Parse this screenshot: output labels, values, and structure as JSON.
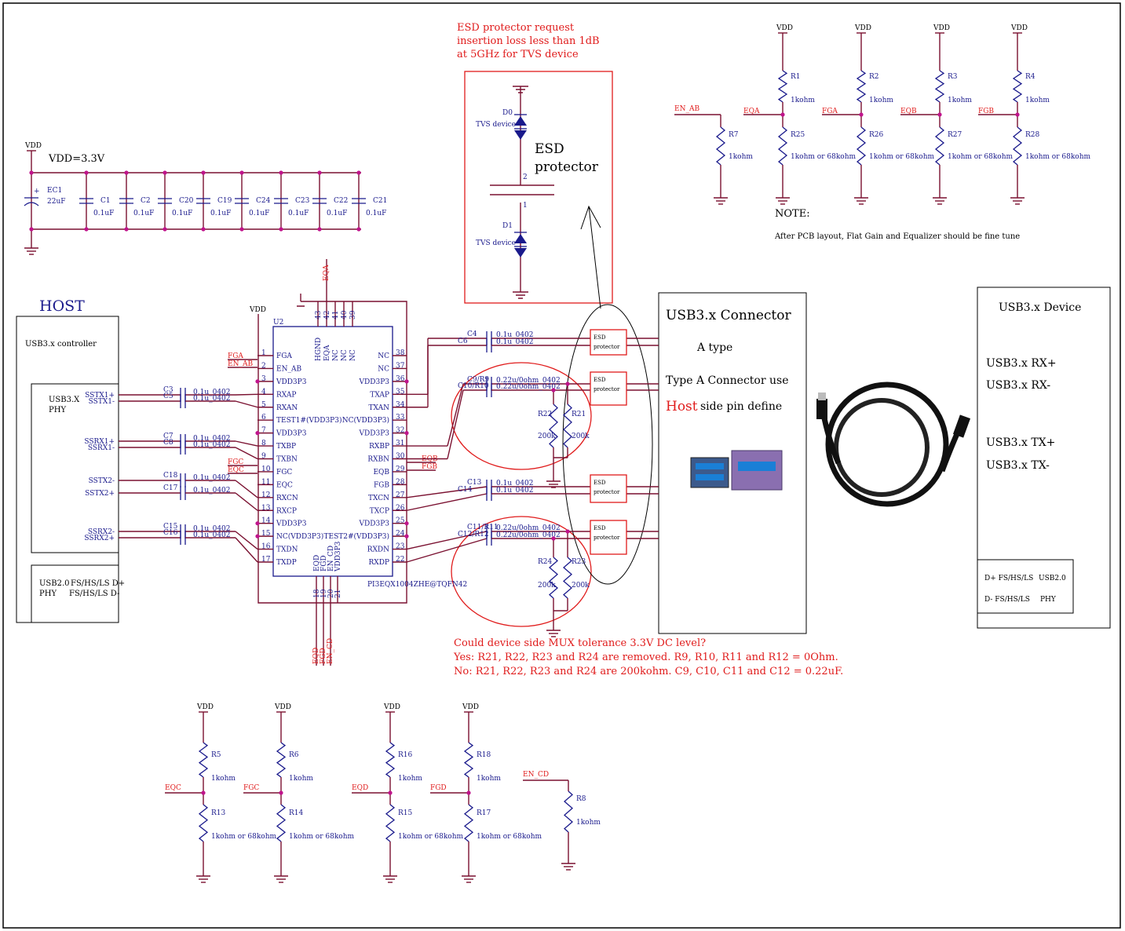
{
  "notes": {
    "esd_request": [
      "ESD protector request",
      "insertion loss less than 1dB",
      "at 5GHz for TVS device"
    ],
    "mux_question": [
      "Could device side MUX tolerance 3.3V DC level?",
      "Yes: R21, R22, R23 and R24 are removed. R9, R10, R11 and R12 = 0Ohm.",
      "No: R21, R22, R23 and R24 are 200kohm. C9, C10, C11 and C12 = 0.22uF."
    ],
    "note_title": "NOTE:",
    "note_body": "After PCB layout, Flat Gain and Equalizer should be fine tune"
  },
  "power": {
    "vdd_label": "VDD",
    "vdd_value": "VDD=3.3V",
    "caps": [
      {
        "ref": "EC1",
        "value": "22uF"
      },
      {
        "ref": "C1",
        "value": "0.1uF"
      },
      {
        "ref": "C2",
        "value": "0.1uF"
      },
      {
        "ref": "C20",
        "value": "0.1uF"
      },
      {
        "ref": "C19",
        "value": "0.1uF"
      },
      {
        "ref": "C24",
        "value": "0.1uF"
      },
      {
        "ref": "C23",
        "value": "0.1uF"
      },
      {
        "ref": "C22",
        "value": "0.1uF"
      },
      {
        "ref": "C21",
        "value": "0.1uF"
      }
    ]
  },
  "esd_detail": {
    "d0": "D0",
    "d1": "D1",
    "tvs": "TVS device",
    "label1": "ESD",
    "label2": "protector",
    "pin1": "1",
    "pin2": "2"
  },
  "host": {
    "title": "HOST",
    "controller": "USB3.x controller",
    "phy1": "USB3.X",
    "phy1b": "PHY",
    "usb2": "USB2.0",
    "usb2b": "PHY",
    "fs_dp": "FS/HS/LS D+",
    "fs_dm": "FS/HS/LS D-",
    "sig": [
      "SSTX1+",
      "SSTX1-",
      "SSRX1+",
      "SSRX1-",
      "SSTX2-",
      "SSTX2+",
      "SSRX2-",
      "SSRX2+"
    ]
  },
  "left_caps": [
    {
      "ref": "C3",
      "value": "0.1u_0402"
    },
    {
      "ref": "C5",
      "value": "0.1u_0402"
    },
    {
      "ref": "C7",
      "value": "0.1u_0402"
    },
    {
      "ref": "C8",
      "value": "0.1u_0402"
    },
    {
      "ref": "C18",
      "value": "0.1u_0402"
    },
    {
      "ref": "C17",
      "value": "0.1u_0402"
    },
    {
      "ref": "C15",
      "value": "0.1u_0402"
    },
    {
      "ref": "C16",
      "value": "0.1u_0402"
    }
  ],
  "chip": {
    "ref": "U2",
    "part": "PI3EQX1004ZHE@TQFN42",
    "vdd": "VDD",
    "left_pins": [
      {
        "num": "1",
        "name": "FGA"
      },
      {
        "num": "2",
        "name": "EN_AB"
      },
      {
        "num": "3",
        "name": "VDD3P3"
      },
      {
        "num": "4",
        "name": "RXAP"
      },
      {
        "num": "5",
        "name": "RXAN"
      },
      {
        "num": "6",
        "name": "TEST1#(VDD3P3)"
      },
      {
        "num": "7",
        "name": "VDD3P3"
      },
      {
        "num": "8",
        "name": "TXBP"
      },
      {
        "num": "9",
        "name": "TXBN"
      },
      {
        "num": "10",
        "name": "FGC"
      },
      {
        "num": "11",
        "name": "EQC"
      },
      {
        "num": "12",
        "name": "RXCN"
      },
      {
        "num": "13",
        "name": "RXCP"
      },
      {
        "num": "14",
        "name": "VDD3P3"
      },
      {
        "num": "15",
        "name": "NC(VDD3P3)"
      },
      {
        "num": "16",
        "name": "TXDN"
      },
      {
        "num": "17",
        "name": "TXDP"
      }
    ],
    "right_pins": [
      {
        "num": "38",
        "name": "NC"
      },
      {
        "num": "37",
        "name": "NC"
      },
      {
        "num": "36",
        "name": "VDD3P3"
      },
      {
        "num": "35",
        "name": "TXAP"
      },
      {
        "num": "34",
        "name": "TXAN"
      },
      {
        "num": "33",
        "name": "NC(VDD3P3)"
      },
      {
        "num": "32",
        "name": "VDD3P3"
      },
      {
        "num": "31",
        "name": "RXBP"
      },
      {
        "num": "30",
        "name": "RXBN"
      },
      {
        "num": "29",
        "name": "EQB"
      },
      {
        "num": "28",
        "name": "FGB"
      },
      {
        "num": "27",
        "name": "TXCN"
      },
      {
        "num": "26",
        "name": "TXCP"
      },
      {
        "num": "25",
        "name": "VDD3P3"
      },
      {
        "num": "24",
        "name": "TEST2#(VDD3P3)"
      },
      {
        "num": "23",
        "name": "RXDN"
      },
      {
        "num": "22",
        "name": "RXDP"
      }
    ],
    "top_pins": [
      {
        "num": "43",
        "name": "HGND"
      },
      {
        "num": "42",
        "name": "EQA"
      },
      {
        "num": "41",
        "name": "NC"
      },
      {
        "num": "40",
        "name": "NC"
      },
      {
        "num": "39",
        "name": "NC"
      }
    ],
    "bottom_pins": [
      {
        "num": "18",
        "name": "EQD"
      },
      {
        "num": "19",
        "name": "FGD"
      },
      {
        "num": "20",
        "name": "EN_CD"
      },
      {
        "num": "21",
        "name": "VDD3P3"
      }
    ],
    "ext_labels": {
      "fga": "FGA",
      "en_ab": "EN_AB",
      "fgc": "FGC",
      "eqc": "EQC",
      "eqa": "EQA",
      "eqb": "EQB",
      "fgb": "FGB",
      "eqd": "EQD",
      "fgd": "FGD",
      "en_cd": "EN_CD"
    }
  },
  "right_caps": [
    {
      "ref": "C4",
      "value": "0.1u_0402"
    },
    {
      "ref": "C6",
      "value": "0.1u_0402"
    },
    {
      "ref": "C9/R9",
      "value": "0.22u/0ohm_0402"
    },
    {
      "ref": "C10/R10",
      "value": "0.22u/0ohm_0402"
    },
    {
      "ref": "C13",
      "value": "0.1u_0402"
    },
    {
      "ref": "C14",
      "value": "0.1u_0402"
    },
    {
      "ref": "C11/R11",
      "value": "0.22u/0ohm_0402"
    },
    {
      "ref": "C12/R12",
      "value": "0.22u/0ohm_0402"
    }
  ],
  "bias_res": [
    {
      "ref": "R22",
      "value": "200k"
    },
    {
      "ref": "R21",
      "value": "200k"
    },
    {
      "ref": "R24",
      "value": "200k"
    },
    {
      "ref": "R23",
      "value": "200k"
    }
  ],
  "esd_box_label": [
    "ESD",
    "protector"
  ],
  "connector": {
    "title": "USB3.x Connector",
    "type": "A type",
    "line1": "Type A Connector use",
    "host": "Host",
    "line2": "side pin define"
  },
  "device": {
    "title": "USB3.x Device",
    "rxp": "USB3.x RX+",
    "rxm": "USB3.x RX-",
    "txp": "USB3.x TX+",
    "txm": "USB3.x TX-",
    "dp": "D+ FS/HS/LS",
    "dm": "D- FS/HS/LS",
    "usb2": "USB2.0",
    "phy": "PHY"
  },
  "top_pullups": [
    {
      "net": "EQA",
      "up": "R1",
      "down": "R25"
    },
    {
      "net": "FGA",
      "up": "R2",
      "down": "R26"
    },
    {
      "net": "EQB",
      "up": "R3",
      "down": "R27"
    },
    {
      "net": "FGB",
      "up": "R4",
      "down": "R28"
    }
  ],
  "bottom_pullups": [
    {
      "net": "EQC",
      "up": "R5",
      "down": "R13"
    },
    {
      "net": "FGC",
      "up": "R6",
      "down": "R14"
    },
    {
      "net": "EQD",
      "up": "R16",
      "down": "R15"
    },
    {
      "net": "FGD",
      "up": "R18",
      "down": "R17"
    }
  ],
  "pulldowns": [
    {
      "net": "EN_AB",
      "ref": "R7",
      "value": "1kohm"
    },
    {
      "net": "EN_CD",
      "ref": "R8",
      "value": "1kohm"
    }
  ],
  "val_1k": "1kohm",
  "val_1k68": "1kohm or 68kohm"
}
